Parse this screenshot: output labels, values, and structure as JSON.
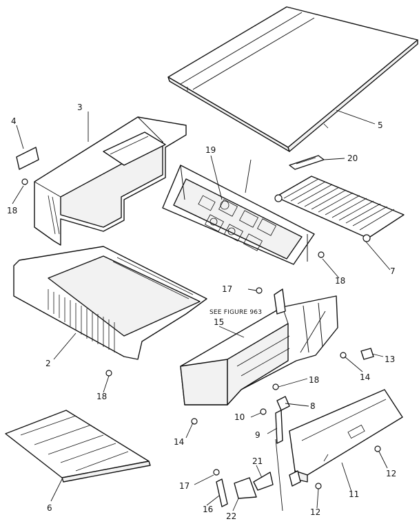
{
  "callouts": [
    {
      "id": "c1",
      "label": ""
    },
    {
      "id": "c2",
      "label": "2"
    },
    {
      "id": "c3",
      "label": "3"
    },
    {
      "id": "c4",
      "label": "4"
    },
    {
      "id": "c5",
      "label": "5"
    },
    {
      "id": "c6",
      "label": "6"
    },
    {
      "id": "c7",
      "label": "7"
    },
    {
      "id": "c8",
      "label": "8"
    },
    {
      "id": "c9",
      "label": "9"
    },
    {
      "id": "c10",
      "label": "10"
    },
    {
      "id": "c11",
      "label": "11"
    },
    {
      "id": "c12a",
      "label": "12"
    },
    {
      "id": "c12b",
      "label": "12"
    },
    {
      "id": "c13",
      "label": "13"
    },
    {
      "id": "c14a",
      "label": "14"
    },
    {
      "id": "c14b",
      "label": "14"
    },
    {
      "id": "c15",
      "label": "15"
    },
    {
      "id": "c16",
      "label": "16"
    },
    {
      "id": "c17a",
      "label": "17"
    },
    {
      "id": "c17b",
      "label": "17"
    },
    {
      "id": "c18a",
      "label": "18"
    },
    {
      "id": "c18b",
      "label": "18"
    },
    {
      "id": "c18c",
      "label": "18"
    },
    {
      "id": "c18d",
      "label": "18"
    },
    {
      "id": "c19",
      "label": "19"
    },
    {
      "id": "c20",
      "label": "20"
    },
    {
      "id": "c21",
      "label": "21"
    },
    {
      "id": "c22",
      "label": "22"
    }
  ],
  "notes": {
    "see_figure": "SEE FIGURE 963"
  }
}
